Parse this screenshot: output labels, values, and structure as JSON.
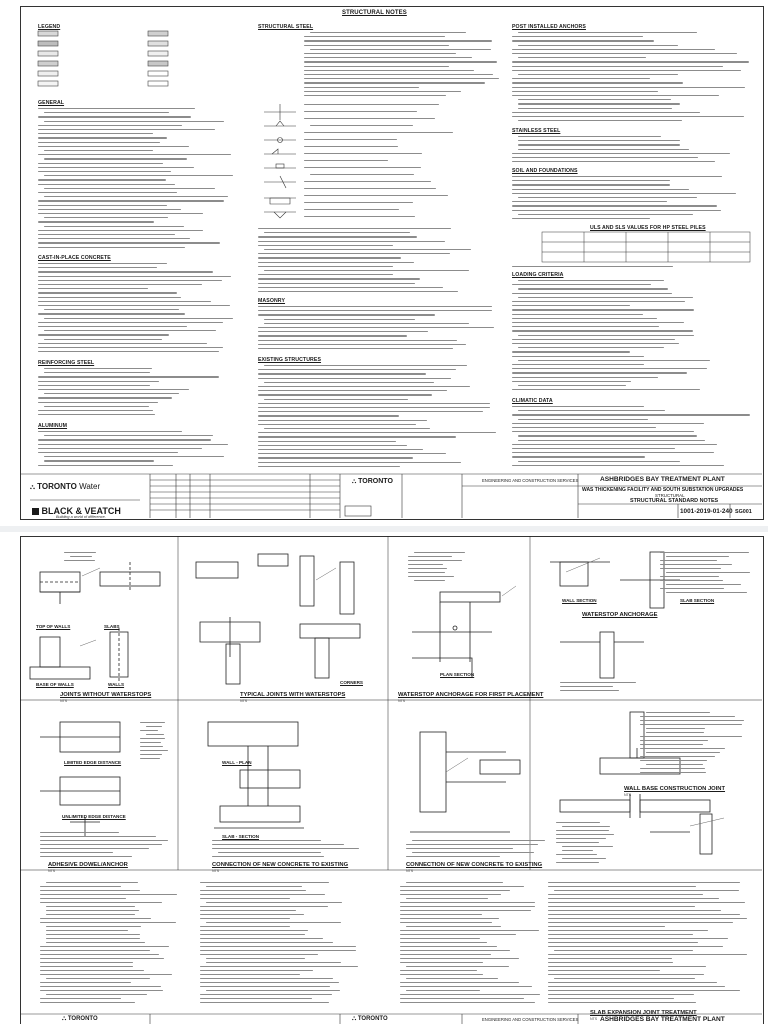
{
  "sheet_top": {
    "notes_title": "STRUCTURAL NOTES",
    "sections": {
      "legend": "LEGEND",
      "general": "GENERAL",
      "cast_in_place": "CAST-IN-PLACE CONCRETE",
      "reinforcing": "REINFORCING STEEL",
      "aluminum": "ALUMINUM",
      "structural_steel": "STRUCTURAL STEEL",
      "masonry": "MASONRY",
      "existing_structures": "EXISTING STRUCTURES",
      "post_installed": "POST INSTALLED ANCHORS",
      "stainless": "STAINLESS STEEL",
      "soil": "SOIL AND FOUNDATIONS",
      "ulssls": "ULS AND SLS VALUES FOR HP STEEL PILES",
      "loading": "LOADING CRITERIA",
      "climatic": "CLIMATIC DATA"
    }
  },
  "title_block": {
    "client_name": "TORONTO",
    "client_division": "Water",
    "consultant_name": "BLACK & VEATCH",
    "consultant_tagline": "Building a world of difference.",
    "services": "ENGINEERING AND CONSTRUCTION SERVICES",
    "project_title": "ASHBRIDGES BAY TREATMENT PLANT",
    "project_subtitle": "WAS THICKENING FACILITY AND SOUTH SUBSTATION UPGRADES",
    "discipline": "STRUCTURAL",
    "drawing_title": "STRUCTURAL STANDARD NOTES",
    "drawing_number": "1001-2019-01-240",
    "sheet_number": "SG001"
  },
  "sheet_bottom": {
    "details": {
      "top_of_walls": "TOP OF WALLS",
      "slabs": "SLABS",
      "base_of_walls": "BASE OF WALLS",
      "walls": "WALLS",
      "joints_without_waterstops": "JOINTS WITHOUT WATERSTOPS",
      "typical_joints_with_waterstops": "TYPICAL JOINTS WITH WATERSTOPS",
      "waterstop_anchorage_first": "WATERSTOP ANCHORAGE FOR FIRST PLACEMENT",
      "waterstop_anchorage": "WATERSTOP ANCHORAGE",
      "wall_section": "WALL SECTION",
      "slab_section": "SLAB SECTION",
      "corners": "CORNERS",
      "plan_section": "PLAN SECTION",
      "limited_edge_distance": "LIMITED EDGE DISTANCE",
      "unlimited_edge_distance": "UNLIMITED EDGE DISTANCE",
      "adhesive_dowel": "ADHESIVE DOWEL/ANCHOR",
      "connection_new_existing": "CONNECTION OF NEW CONCRETE TO EXISTING",
      "wall_base_construction_joint": "WALL BASE CONSTRUCTION JOINT",
      "slab_expansion_joint": "SLAB EXPANSION JOINT TREATMENT",
      "wall_plan": "WALL - PLAN",
      "slab_section_2": "SLAB - SECTION",
      "nts": "NTS"
    },
    "client_name": "TORONTO",
    "services": "ENGINEERING AND CONSTRUCTION SERVICES",
    "project_title": "ASHBRIDGES BAY TREATMENT PLANT"
  },
  "colors": {
    "ink": "#1a1a1a",
    "line_gray": "#8c8c8c",
    "separator": "#eef0f2"
  }
}
